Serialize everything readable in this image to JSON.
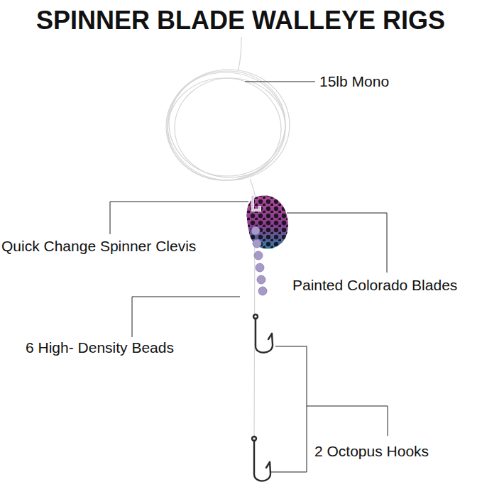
{
  "diagram": {
    "title": "SPINNER BLADE WALLEYE RIGS",
    "labels": [
      "15lb Mono",
      "Quick Change Spinner Clevis",
      "Painted Colorado Blades",
      "6 High- Density Beads",
      "2 Octopus Hooks"
    ]
  }
}
